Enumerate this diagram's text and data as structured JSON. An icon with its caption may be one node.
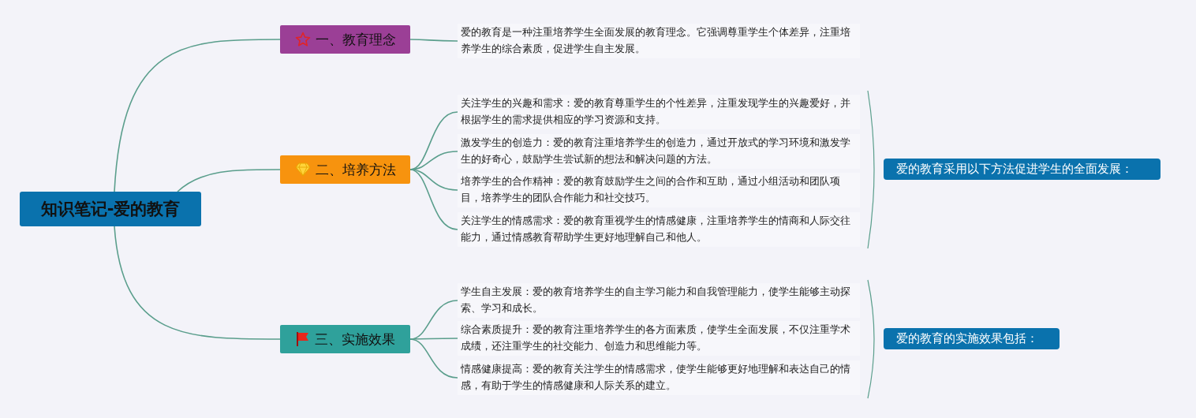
{
  "diagram": {
    "nodes": [
      {
        "text": [
          "知识笔记-爱的教育"
        ]
      },
      {
        "text": [
          "一、教育理念"
        ]
      },
      {
        "text": [
          "爱的教育是一种注重培养学生全面发展的教育理念。它强调尊重学生个体差异，注重培养学生的综合素质，促进学生自主发展。"
        ]
      },
      {
        "text": [
          "二、培养方法"
        ]
      },
      {
        "text": [
          "关注学生的兴趣和需求：爱的教育尊重学生的个性差异，注重发现学生的兴趣爱好，并根据学生的需求提供相应的学习资源和支持。"
        ]
      },
      {
        "text": [
          "激发学生的创造力：爱的教育注重培养学生的创造力，通过开放式的学习环境和激发学生的好奇心，鼓励学生尝试新的想法和解决问题的方法。"
        ]
      },
      {
        "text": [
          "培养学生的合作精神：爱的教育鼓励学生之间的合作和互助，通过小组活动和团队项目，培养学生的团队合作能力和社交技巧。"
        ]
      },
      {
        "text": [
          "关注学生的情感需求：爱的教育重视学生的情感健康，注重培养学生的情商和人际交往能力，通过情感教育帮助学生更好地理解自己和他人。"
        ]
      },
      {
        "text": [
          "三、实施效果"
        ]
      },
      {
        "text": [
          "学生自主发展：爱的教育培养学生的自主学习能力和自我管理能力，使学生能够主动探索、学习和成长。"
        ]
      },
      {
        "text": [
          "综合素质提升：爱的教育注重培养学生的各方面素质，使学生全面发展，不仅注重学术成绩，还注重学生的社交能力、创造力和思维能力等。"
        ]
      },
      {
        "text": [
          "情感健康提高：爱的教育关注学生的情感需求，使学生能够更好地理解和表达自己的情感，有助于学生的情感健康和人际关系的建立。"
        ]
      },
      {
        "text": [
          "爱的教育采用以下方法促进学生的全面发展："
        ]
      },
      {
        "text": [
          "爱的教育的实施效果包括："
        ]
      }
    ],
    "edges": [
      {
        "from": 0,
        "to": 1,
        "arrow": "none"
      },
      {
        "from": 0,
        "to": 3,
        "arrow": "none"
      },
      {
        "from": 0,
        "to": 8,
        "arrow": "none"
      },
      {
        "from": 1,
        "to": 2,
        "arrow": "none"
      },
      {
        "from": 3,
        "to": 4,
        "arrow": "none"
      },
      {
        "from": 3,
        "to": 5,
        "arrow": "none"
      },
      {
        "from": 3,
        "to": 6,
        "arrow": "none"
      },
      {
        "from": 3,
        "to": 7,
        "arrow": "none"
      },
      {
        "from": 8,
        "to": 9,
        "arrow": "none"
      },
      {
        "from": 8,
        "to": 10,
        "arrow": "none"
      },
      {
        "from": 8,
        "to": 11,
        "arrow": "none"
      }
    ]
  }
}
